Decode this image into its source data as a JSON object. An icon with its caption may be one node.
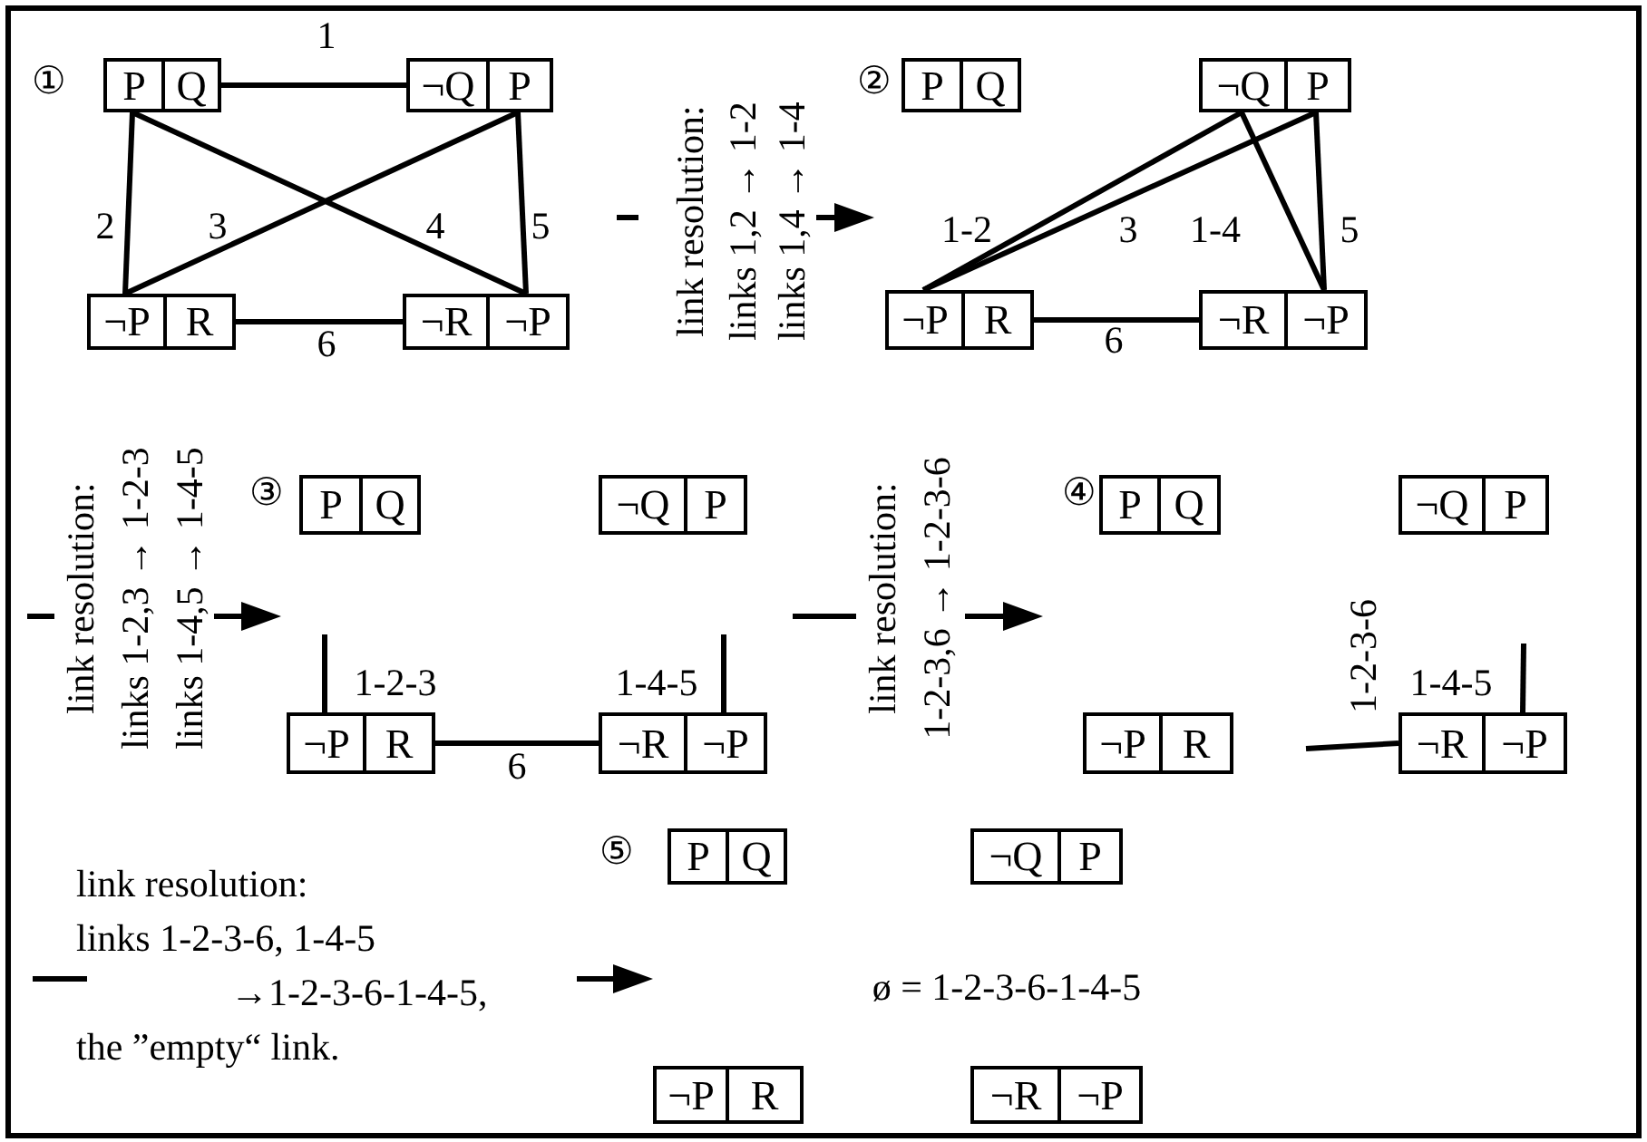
{
  "diagram": {
    "nodes": [
      {
        "text": [
          "P"
        ]
      },
      {
        "text": [
          "Q"
        ]
      },
      {
        "text": [
          "¬Q"
        ]
      },
      {
        "text": [
          "P"
        ]
      },
      {
        "text": [
          "¬P"
        ]
      },
      {
        "text": [
          "R"
        ]
      },
      {
        "text": [
          "¬R"
        ]
      },
      {
        "text": [
          "¬P"
        ]
      },
      {
        "text": [
          "P"
        ]
      },
      {
        "text": [
          "Q"
        ]
      },
      {
        "text": [
          "¬Q"
        ]
      },
      {
        "text": [
          "P"
        ]
      },
      {
        "text": [
          "¬P"
        ]
      },
      {
        "text": [
          "R"
        ]
      },
      {
        "text": [
          "¬R"
        ]
      },
      {
        "text": [
          "¬P"
        ]
      },
      {
        "text": [
          "P"
        ]
      },
      {
        "text": [
          "Q"
        ]
      },
      {
        "text": [
          "¬Q"
        ]
      },
      {
        "text": [
          "P"
        ]
      },
      {
        "text": [
          "¬P"
        ]
      },
      {
        "text": [
          "R"
        ]
      },
      {
        "text": [
          "¬R"
        ]
      },
      {
        "text": [
          "¬P"
        ]
      },
      {
        "text": [
          "P"
        ]
      },
      {
        "text": [
          "Q"
        ]
      },
      {
        "text": [
          "¬Q"
        ]
      },
      {
        "text": [
          "P"
        ]
      },
      {
        "text": [
          "¬P"
        ]
      },
      {
        "text": [
          "R"
        ]
      },
      {
        "text": [
          "¬R"
        ]
      },
      {
        "text": [
          "¬P"
        ]
      },
      {
        "text": [
          "P"
        ]
      },
      {
        "text": [
          "Q"
        ]
      },
      {
        "text": [
          "¬Q"
        ]
      },
      {
        "text": [
          "P"
        ]
      },
      {
        "text": [
          "¬P"
        ]
      },
      {
        "text": [
          "R"
        ]
      },
      {
        "text": [
          "¬R"
        ]
      },
      {
        "text": [
          "¬P"
        ]
      }
    ],
    "edges": [
      {
        "from": 1,
        "to": 2,
        "arrow": "none",
        "label": "1"
      },
      {
        "from": 0,
        "to": 4,
        "arrow": "none",
        "label": "2"
      },
      {
        "from": 3,
        "to": 4,
        "arrow": "none",
        "label": "3"
      },
      {
        "from": 0,
        "to": 7,
        "arrow": "none",
        "label": "4"
      },
      {
        "from": 3,
        "to": 7,
        "arrow": "none",
        "label": "5"
      },
      {
        "from": 5,
        "to": 6,
        "arrow": "none",
        "label": "6"
      },
      {
        "from": 10,
        "to": 12,
        "arrow": "none",
        "label": "1-2"
      },
      {
        "from": 11,
        "to": 12,
        "arrow": "none",
        "label": "3"
      },
      {
        "from": 10,
        "to": 15,
        "arrow": "none",
        "label": "1-4"
      },
      {
        "from": 11,
        "to": 15,
        "arrow": "none",
        "label": "5"
      },
      {
        "from": 13,
        "to": 14,
        "arrow": "none",
        "label": "6"
      },
      {
        "from": 20,
        "to": null,
        "arrow": "none",
        "label": "1-2-3"
      },
      {
        "from": 23,
        "to": null,
        "arrow": "none",
        "label": "1-4-5"
      },
      {
        "from": 21,
        "to": 22,
        "arrow": "none",
        "label": "6"
      },
      {
        "from": null,
        "to": 30,
        "arrow": "none",
        "label": "1-2-3-6"
      },
      {
        "from": 31,
        "to": null,
        "arrow": "none",
        "label": "1-4-5"
      }
    ],
    "labels": [
      "①",
      "link resolution:",
      "links 1,2 → 1-2",
      "links 1,4 → 1-4",
      "②",
      "link resolution:",
      "links 1-2,3 → 1-2-3",
      "links 1-4,5 → 1-4-5",
      "③",
      "link resolution:",
      "1-2-3,6 → 1-2-3-6",
      "④",
      "⑤",
      "link resolution:",
      "links 1-2-3-6, 1-4-5",
      "→1-2-3-6-1-4-5,",
      "the ”empty“ link.",
      "ø = 1-2-3-6-1-4-5"
    ]
  }
}
